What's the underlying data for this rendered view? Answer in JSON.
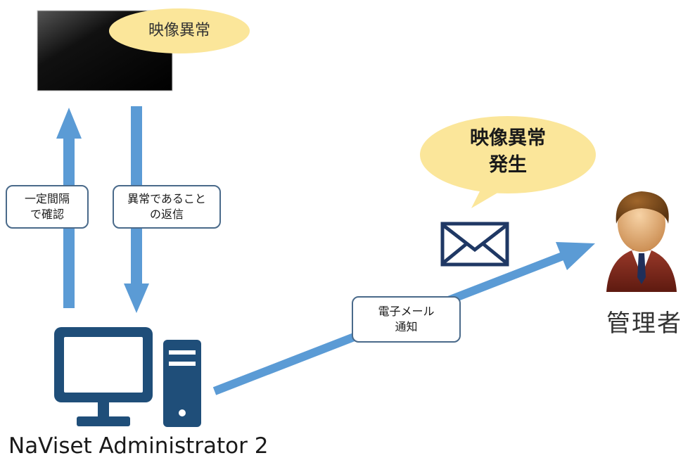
{
  "monitor_bubble": {
    "text": "映像異常"
  },
  "check_label": {
    "line1": "一定間隔",
    "line2": "で確認"
  },
  "reply_label": {
    "line1": "異常であること",
    "line2": "の返信"
  },
  "alert_bubble": {
    "line1": "映像異常",
    "line2": "発生"
  },
  "email_label": {
    "line1": "電子メール",
    "line2": "通知"
  },
  "admin": {
    "caption": "管理者"
  },
  "pc": {
    "caption": "NaViset Administrator 2"
  },
  "colors": {
    "arrow": "#5b9bd5",
    "bubble": "#fbe69a",
    "pc": "#1f4e79",
    "envelope": "#1f3864",
    "label_border": "#4a6a8a"
  },
  "icons": [
    "monitor-icon",
    "envelope-icon",
    "administrator-icon",
    "desktop-pc-icon",
    "tower-icon"
  ]
}
